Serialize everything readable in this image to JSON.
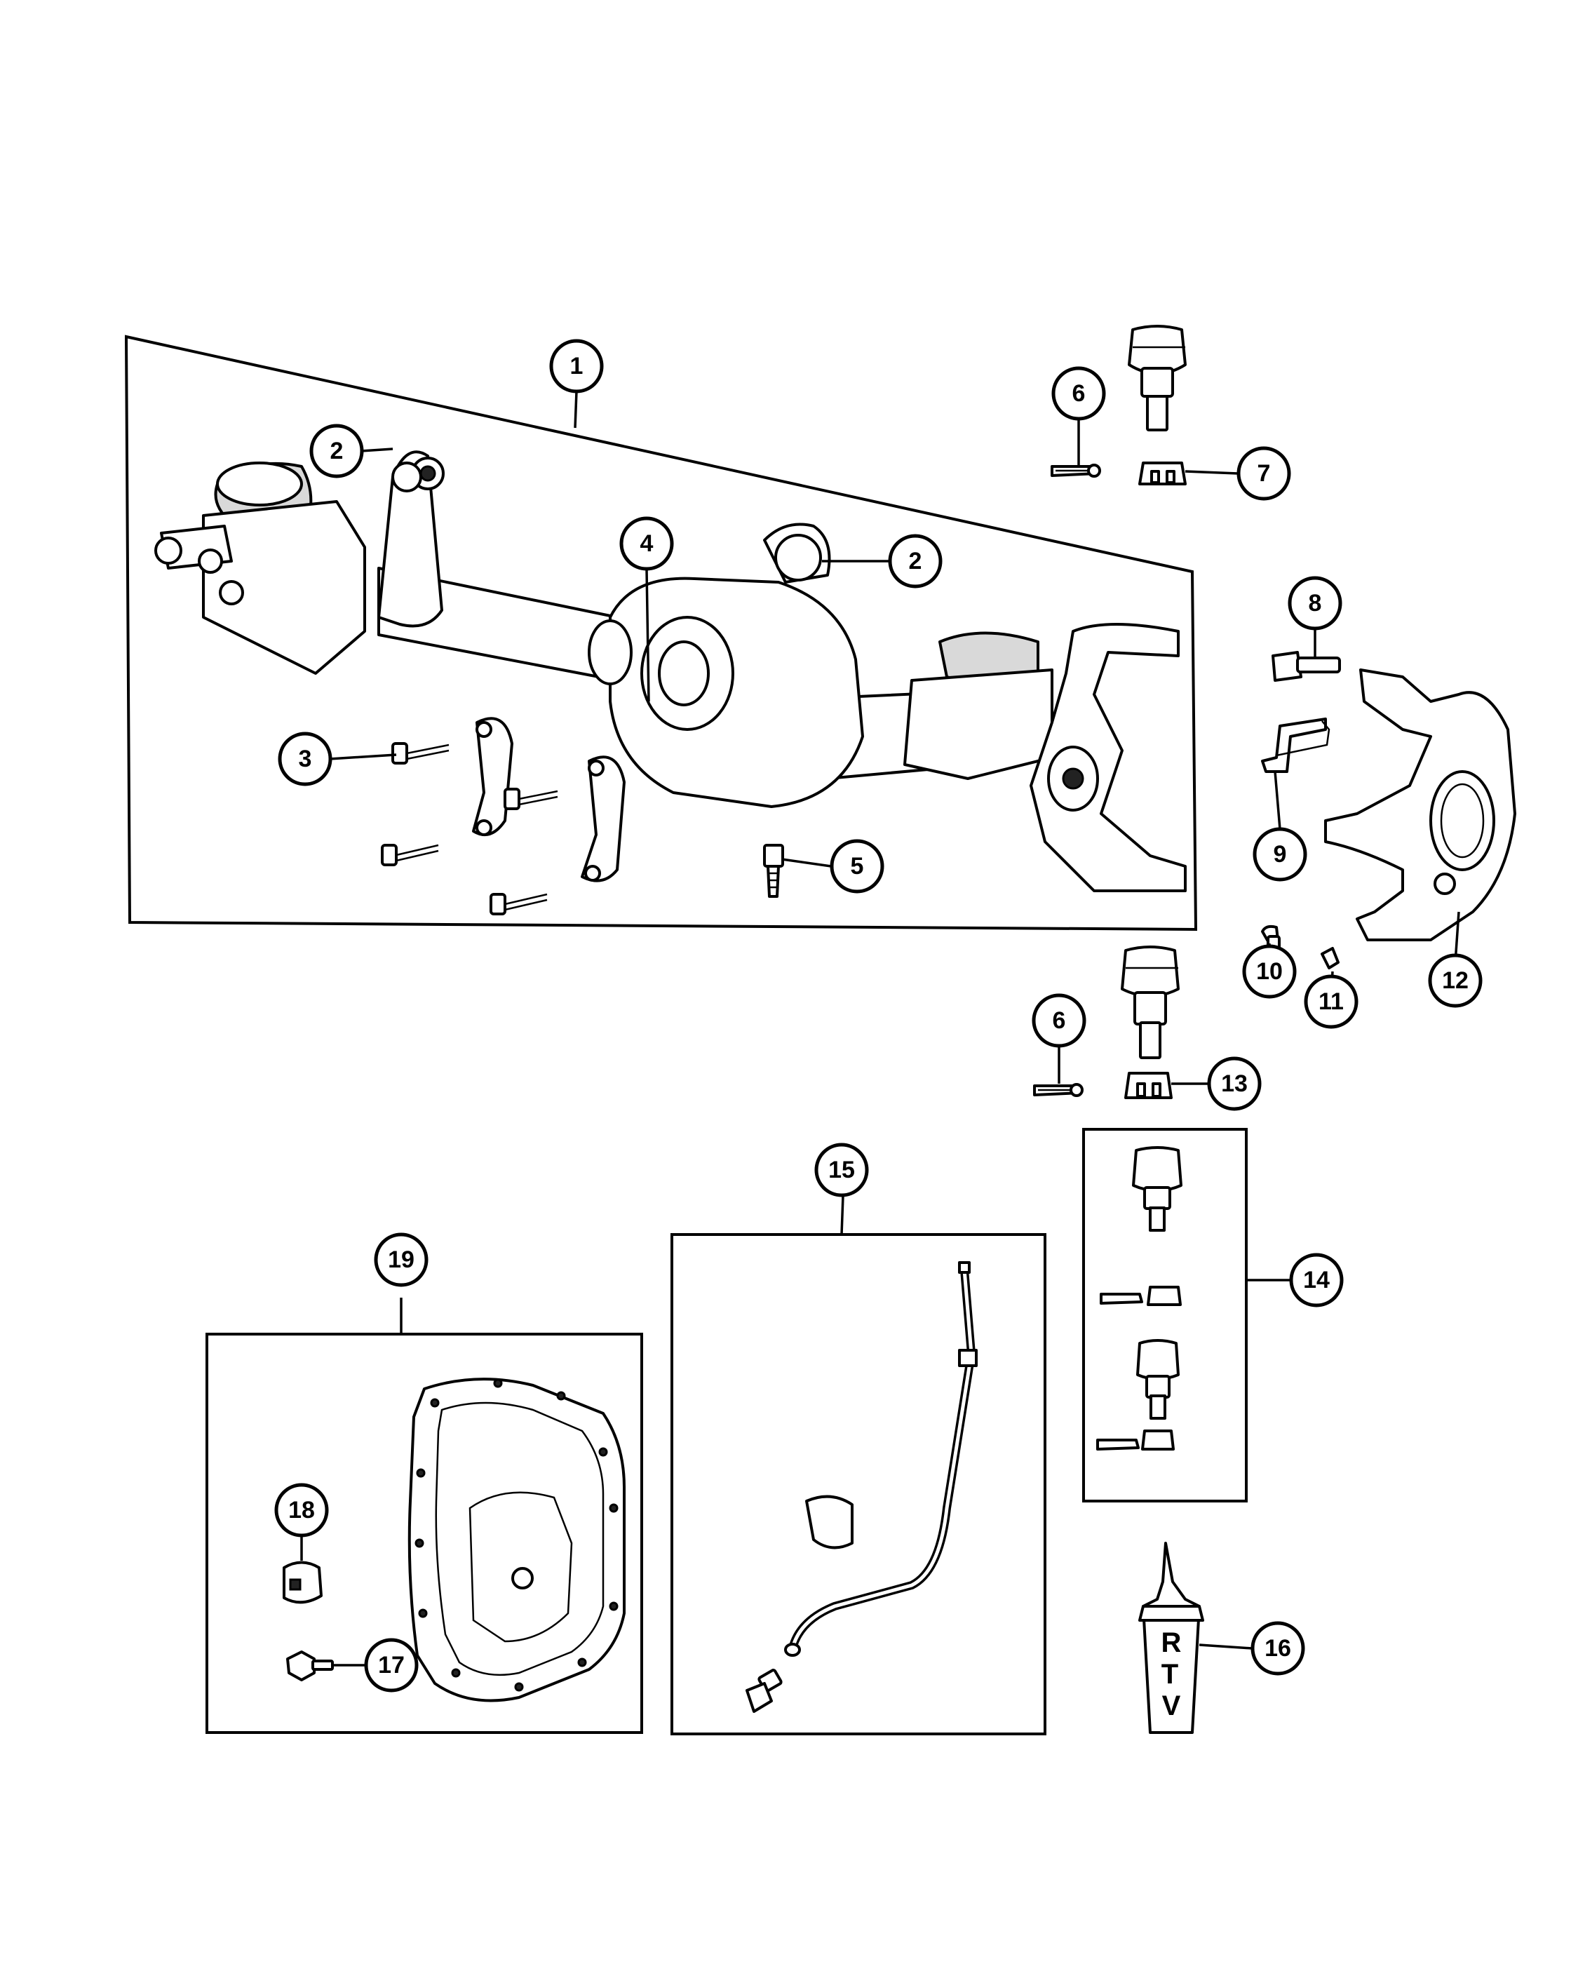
{
  "callouts": [
    {
      "id": "c1",
      "label": "1"
    },
    {
      "id": "c2a",
      "label": "2"
    },
    {
      "id": "c2b",
      "label": "2"
    },
    {
      "id": "c3",
      "label": "3"
    },
    {
      "id": "c4",
      "label": "4"
    },
    {
      "id": "c5",
      "label": "5"
    },
    {
      "id": "c6a",
      "label": "6"
    },
    {
      "id": "c6b",
      "label": "6"
    },
    {
      "id": "c7",
      "label": "7"
    },
    {
      "id": "c8",
      "label": "8"
    },
    {
      "id": "c9",
      "label": "9"
    },
    {
      "id": "c10",
      "label": "10"
    },
    {
      "id": "c11",
      "label": "11"
    },
    {
      "id": "c12",
      "label": "12"
    },
    {
      "id": "c13",
      "label": "13"
    },
    {
      "id": "c14",
      "label": "14"
    },
    {
      "id": "c15",
      "label": "15"
    },
    {
      "id": "c16",
      "label": "16"
    },
    {
      "id": "c17",
      "label": "17"
    },
    {
      "id": "c18",
      "label": "18"
    },
    {
      "id": "c19",
      "label": "19"
    }
  ],
  "rtv_tube": {
    "letters": [
      "R",
      "T",
      "V"
    ]
  }
}
